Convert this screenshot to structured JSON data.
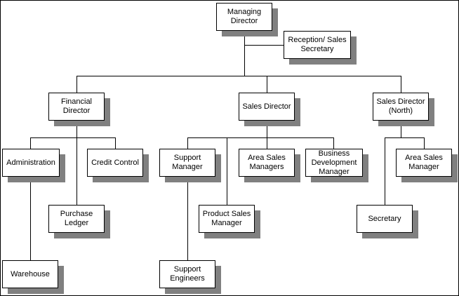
{
  "colors": {
    "line": "#000000",
    "box_fill": "#ffffff",
    "shadow": "#808080",
    "border": "#000000"
  },
  "nodes": {
    "managing_director": "Managing Director",
    "reception": "Reception/ Sales Secretary",
    "financial_director": "Financial Director",
    "sales_director": "Sales Director",
    "sales_director_north": "Sales Director (North)",
    "administration": "Administration",
    "credit_control": "Credit Control",
    "purchase_ledger": "Purchase Ledger",
    "warehouse": "Warehouse",
    "support_manager": "Support Manager",
    "area_sales_managers": "Area Sales Managers",
    "business_development_manager": "Business Development Manager",
    "product_sales_manager": "Product Sales Manager",
    "support_engineers": "Support Engineers",
    "area_sales_manager": "Area Sales Manager",
    "secretary": "Secretary"
  }
}
